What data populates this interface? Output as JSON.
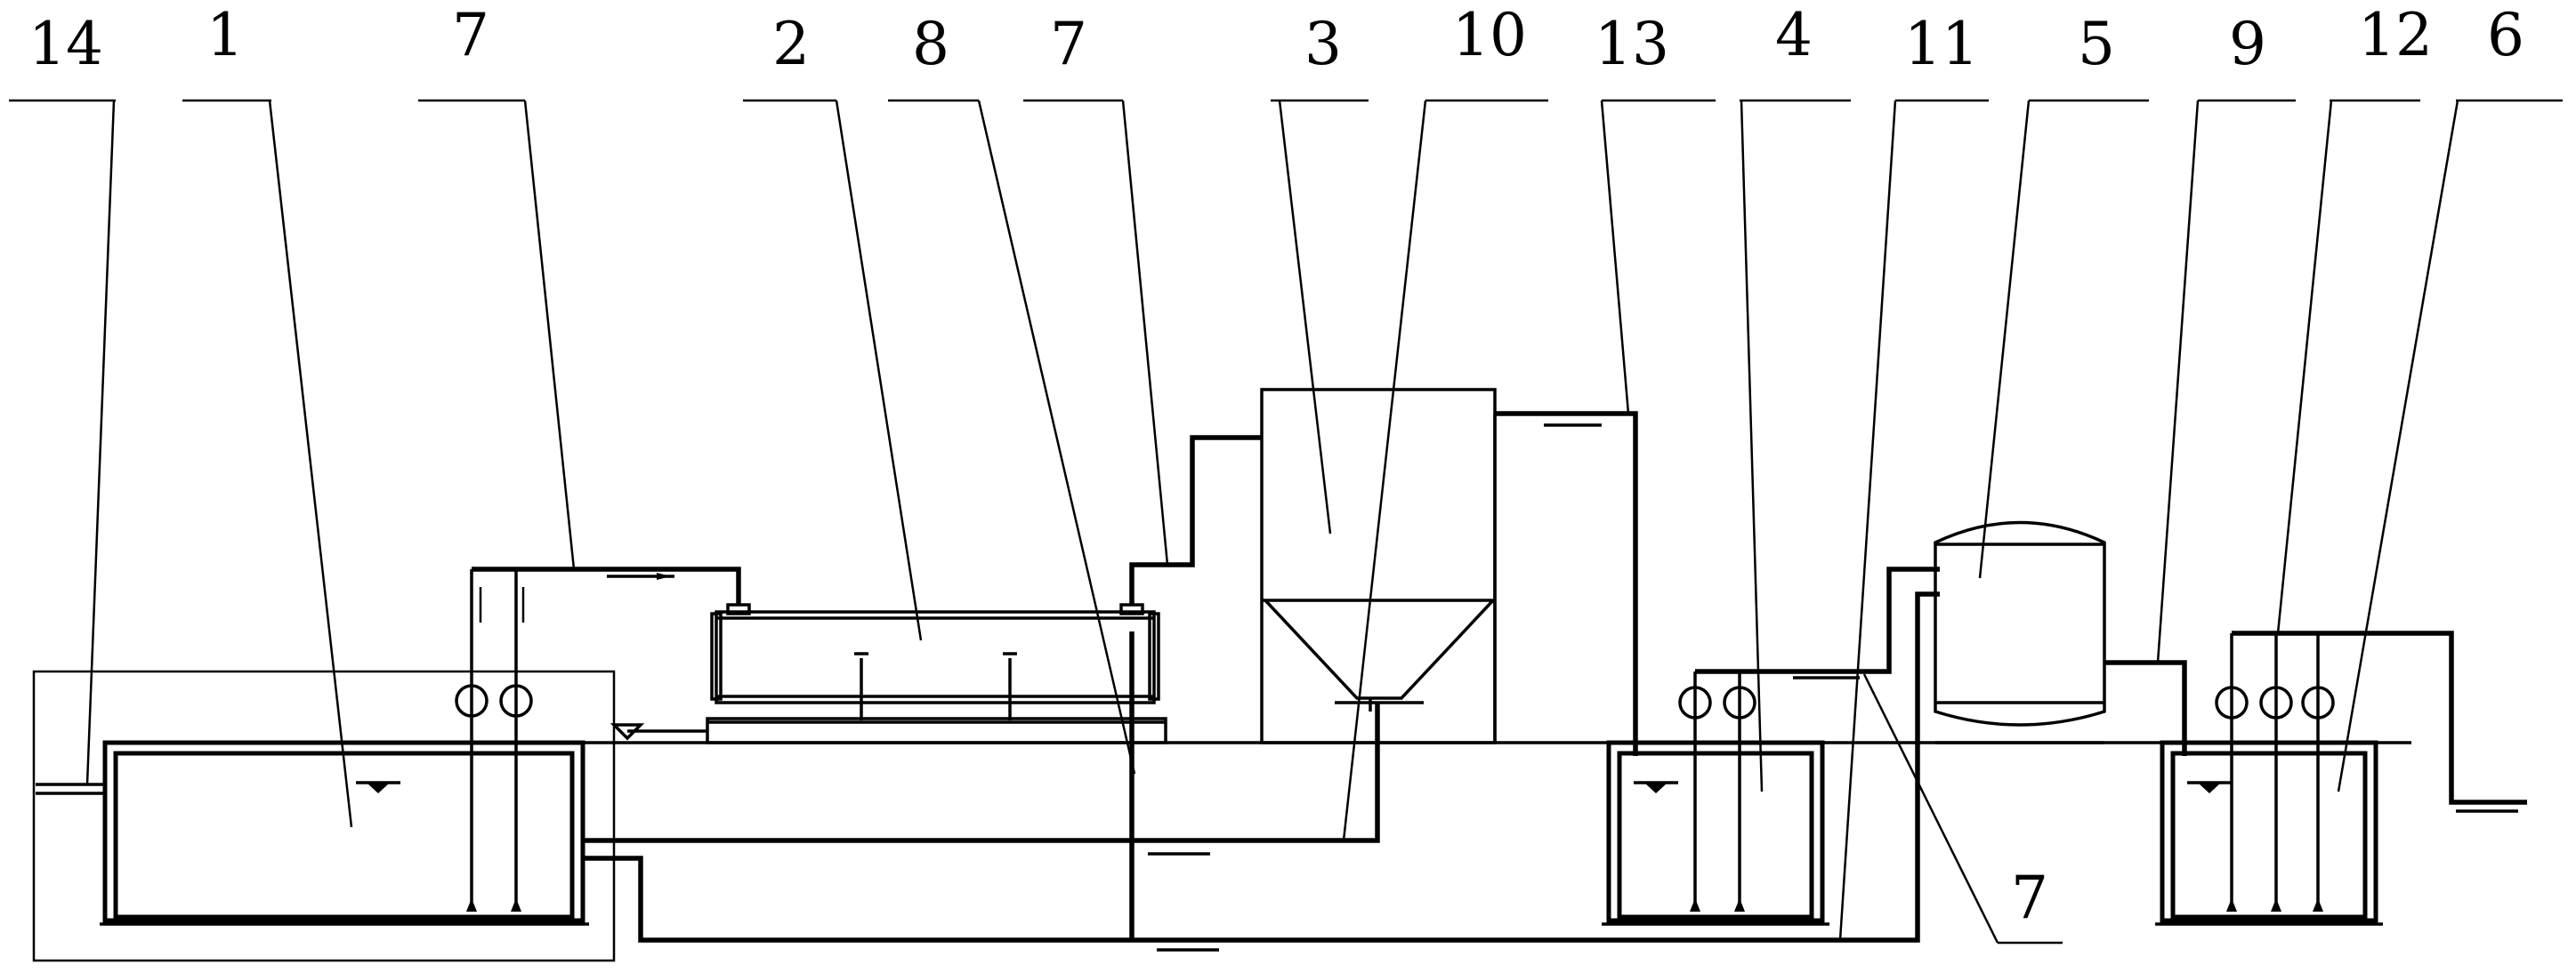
{
  "labels": {
    "l14": "14",
    "l1": "1",
    "l7a": "7",
    "l2": "2",
    "l8": "8",
    "l7b": "7",
    "l3": "3",
    "l10": "10",
    "l13": "13",
    "l4": "4",
    "l11": "11",
    "l5": "5",
    "l9": "9",
    "l12": "12",
    "l6": "6",
    "l7c": "7"
  }
}
